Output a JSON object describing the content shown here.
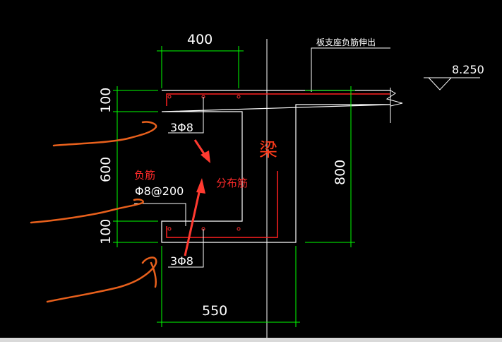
{
  "drawing": {
    "dimensions": {
      "top_width": "400",
      "bottom_width": "550",
      "left_top": "100",
      "left_middle": "600",
      "left_bottom": "100",
      "right_height": "800"
    },
    "elevation": "8.250",
    "support_note": "板支座负筋伸出",
    "bar_top": "3Φ8",
    "bar_bottom": "3Φ8",
    "negative_rebar_label": "负筋",
    "negative_rebar_spec": "Φ8@200",
    "distribution_label": "分布筋",
    "beam_label": "梁"
  },
  "colors": {
    "background": "#000000",
    "outline": "#ffffff",
    "dimension": "#00ff00",
    "rebar": "#ff2020",
    "annotation": "#ff3a30",
    "brush": "#e8601c"
  }
}
